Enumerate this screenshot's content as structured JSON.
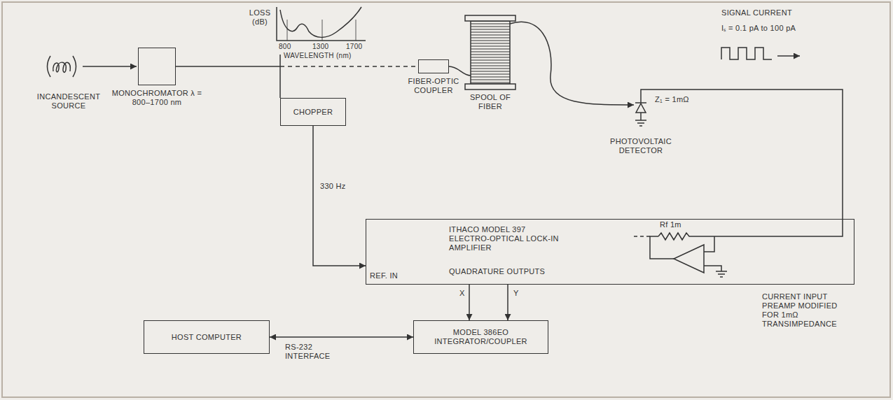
{
  "diagram": {
    "nodes": [
      {
        "text": [
          "MONOCHROMATOR λ = 800–1700 nm"
        ]
      },
      {
        "text": [
          "FIBER-OPTIC COUPLER"
        ]
      },
      {
        "text": [
          "CHOPPER"
        ]
      },
      {
        "text": [
          "ITHACO MODEL 397 ELECTRO-OPTICAL LOCK-IN AMPLIFIER",
          "QUADRATURE OUTPUTS"
        ]
      },
      {
        "text": [
          "HOST COMPUTER"
        ]
      },
      {
        "text": [
          "MODEL 386EO INTEGRATOR/COUPLER"
        ]
      }
    ],
    "edges": [
      {
        "from": 0,
        "to": 1,
        "arrow": "none"
      },
      {
        "from": 2,
        "to": 3,
        "label": "330 Hz",
        "arrow": "to"
      },
      {
        "from": 3,
        "to": 5,
        "label": "X",
        "arrow": "to"
      },
      {
        "from": 3,
        "to": 5,
        "label": "Y",
        "arrow": "to"
      },
      {
        "from": 4,
        "to": 5,
        "label": "RS-232 INTERFACE",
        "arrow": "both"
      }
    ],
    "labels": [
      "INCANDESCENT SOURCE",
      "LOSS (dB)",
      "800",
      "1300",
      "1700",
      "WAVELENGTH (nm)",
      "SPOOL OF FIBER",
      "SIGNAL CURRENT",
      "Iₛ = 0.1 pA to 100 pA",
      "Z₁ = 1mΩ",
      "PHOTOVOLTAIC DETECTOR",
      "REF. IN",
      "Rf 1m",
      "CURRENT INPUT PREAMP MODIFIED FOR 1mΩ TRANSIMPEDANCE"
    ]
  }
}
